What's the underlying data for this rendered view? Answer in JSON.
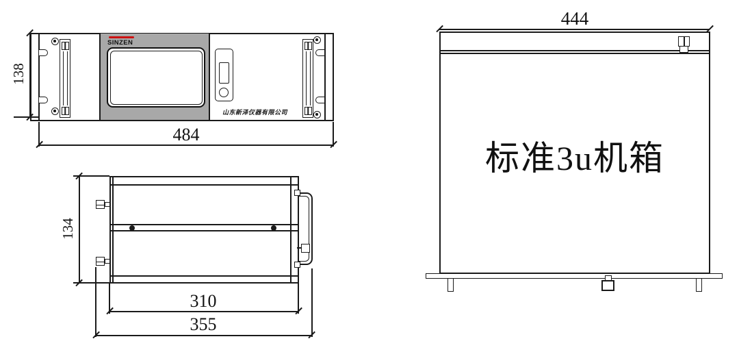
{
  "colors": {
    "line": "#1a1a1a",
    "panel_gray": "#a8a8a8",
    "logo_red": "#cc1111",
    "background": "#ffffff"
  },
  "front_view": {
    "brand_logo": "SINZEN",
    "company_name": "山东新泽仪器有限公司",
    "dims": {
      "height": "138",
      "width": "484"
    }
  },
  "top_view": {
    "dims": {
      "height": "134",
      "body_width": "310",
      "overall_width": "355"
    }
  },
  "side_view": {
    "dims": {
      "width": "444"
    },
    "label": "标准3u机箱"
  }
}
